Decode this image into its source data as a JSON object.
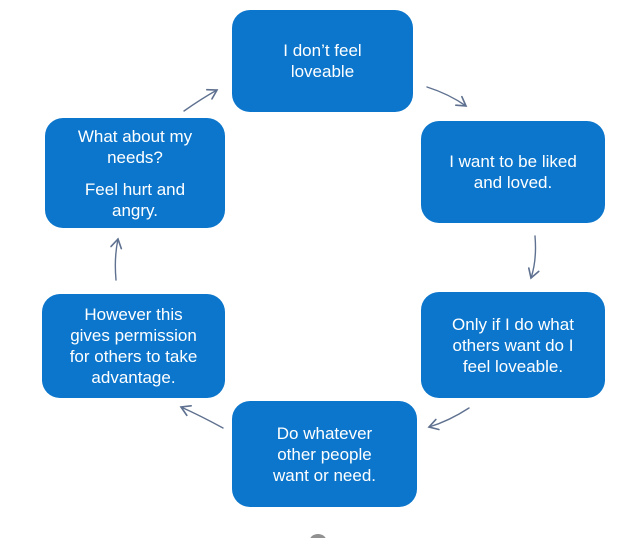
{
  "diagram": {
    "type": "cycle",
    "node_fill_color": "#0b76cc",
    "node_text_color": "#ffffff",
    "arrow_color": "#5f7190",
    "background_color": "#ffffff",
    "nodes": {
      "top": {
        "label": "I don’t feel\nloveable"
      },
      "right_upper": {
        "label": "I want to be liked\nand loved."
      },
      "right_lower": {
        "label": "Only if I do what\nothers want do I\nfeel loveable."
      },
      "bottom": {
        "label": "Do whatever\nother people\nwant or need."
      },
      "left_lower": {
        "label": "However this\ngives permission\nfor others to take\nadvantage."
      },
      "left_upper": {
        "label": "What about my\nneeds?",
        "label2": "Feel hurt and\nangry."
      }
    },
    "edges": [
      {
        "from": "top",
        "to": "right_upper"
      },
      {
        "from": "right_upper",
        "to": "right_lower"
      },
      {
        "from": "right_lower",
        "to": "bottom"
      },
      {
        "from": "bottom",
        "to": "left_lower"
      },
      {
        "from": "left_lower",
        "to": "left_upper"
      },
      {
        "from": "left_upper",
        "to": "top"
      }
    ]
  }
}
